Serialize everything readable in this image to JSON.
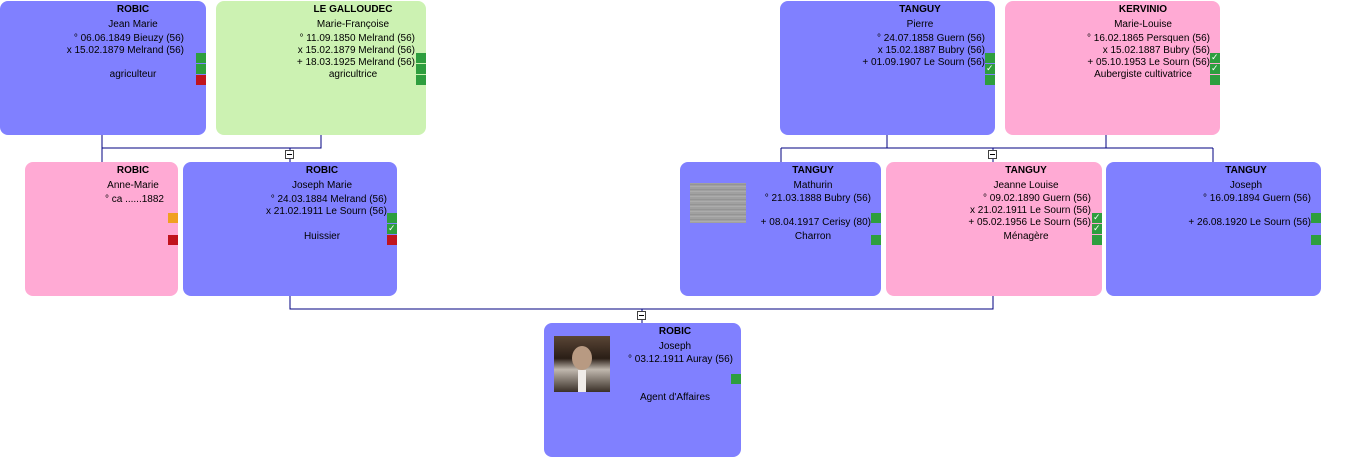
{
  "persons": {
    "p1": {
      "surname": "ROBIC",
      "given": "Jean Marie",
      "events": [
        "° 06.06.1849 Bieuzy (56)",
        "x 15.02.1879 Melrand (56)"
      ],
      "occupation": "agriculteur"
    },
    "p2": {
      "surname": "LE GALLOUDEC",
      "given": "Marie-Françoise",
      "events": [
        "° 11.09.1850 Melrand (56)",
        "x 15.02.1879 Melrand (56)",
        "+ 18.03.1925 Melrand (56)"
      ],
      "occupation": "agricultrice"
    },
    "p3": {
      "surname": "TANGUY",
      "given": "Pierre",
      "events": [
        "° 24.07.1858 Guern (56)",
        "x 15.02.1887 Bubry (56)",
        "+ 01.09.1907 Le Sourn (56)"
      ],
      "occupation": ""
    },
    "p4": {
      "surname": "KERVINIO",
      "given": "Marie-Louise",
      "events": [
        "° 16.02.1865 Persquen (56)",
        "x 15.02.1887 Bubry (56)",
        "+ 05.10.1953 Le Sourn (56)"
      ],
      "occupation": "Aubergiste cultivatrice"
    },
    "p5": {
      "surname": "ROBIC",
      "given": "Anne-Marie",
      "events": [
        "° ca ......1882"
      ],
      "occupation": ""
    },
    "p6": {
      "surname": "ROBIC",
      "given": "Joseph Marie",
      "events": [
        "° 24.03.1884 Melrand (56)",
        "x 21.02.1911 Le Sourn (56)"
      ],
      "occupation": "Huissier"
    },
    "p7": {
      "surname": "TANGUY",
      "given": "Mathurin",
      "events": [
        "° 21.03.1888 Bubry (56)",
        "",
        "+ 08.04.1917 Cerisy (80)"
      ],
      "occupation": "Charron"
    },
    "p8": {
      "surname": "TANGUY",
      "given": "Jeanne Louise",
      "events": [
        "° 09.02.1890 Guern (56)",
        "x 21.02.1911 Le Sourn (56)",
        "+ 05.02.1956 Le Sourn (56)"
      ],
      "occupation": "Ménagère"
    },
    "p9": {
      "surname": "TANGUY",
      "given": "Joseph",
      "events": [
        "° 16.09.1894 Guern (56)",
        "",
        "+ 26.08.1920 Le Sourn (56)"
      ],
      "occupation": ""
    },
    "p10": {
      "surname": "ROBIC",
      "given": "Joseph",
      "events": [
        "° 03.12.1911 Auray (56)"
      ],
      "occupation": "Agent d'Affaires"
    }
  },
  "icons": {
    "toggle": "collapse-minus-icon",
    "status": "status-square-icon",
    "check": "checkmark-icon",
    "photo": "portrait-photo",
    "document": "document-scan-photo"
  },
  "colors": {
    "male": "#8080ff",
    "female": "#ffaad4",
    "alt": "#ccf2b2",
    "line": "#000080",
    "status_green": "#2e9e3e",
    "status_red": "#c0141e",
    "status_orange": "#f0a020"
  }
}
